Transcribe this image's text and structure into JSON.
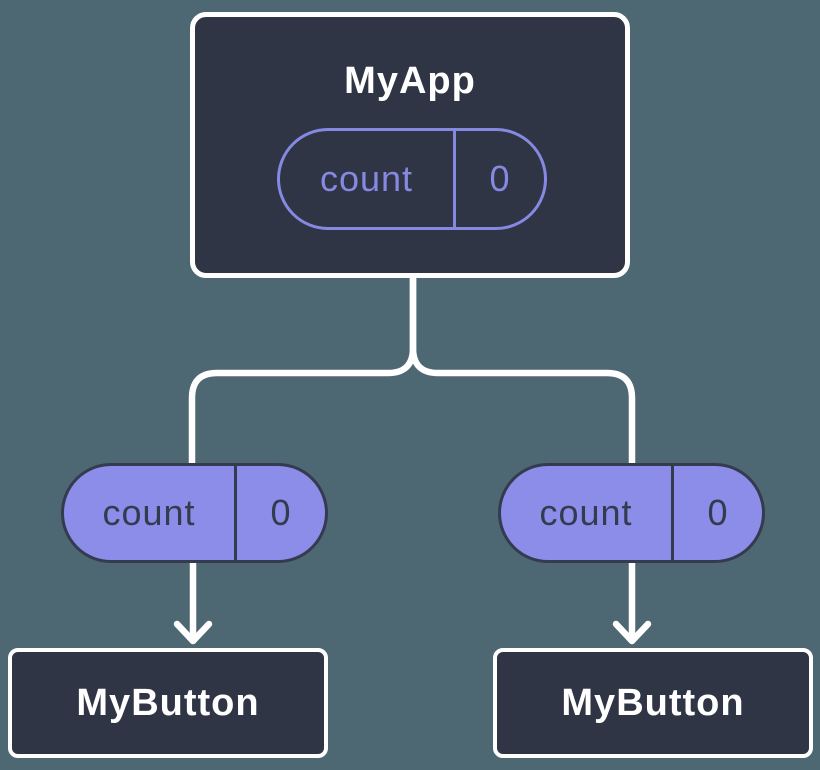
{
  "root": {
    "title": "MyApp",
    "prop": {
      "name": "count",
      "value": "0"
    }
  },
  "children": [
    {
      "title": "MyButton",
      "prop": {
        "name": "count",
        "value": "0"
      }
    },
    {
      "title": "MyButton",
      "prop": {
        "name": "count",
        "value": "0"
      }
    }
  ],
  "colors": {
    "background": "#4D6773",
    "node_fill": "#2F3544",
    "node_border": "#FFFFFF",
    "pill_fill": "#8B8DE9",
    "pill_outline": "#8689E2",
    "pill_text_dark": "#353B4F",
    "text_light": "#FFFFFF",
    "connector": "#FFFFFF"
  }
}
